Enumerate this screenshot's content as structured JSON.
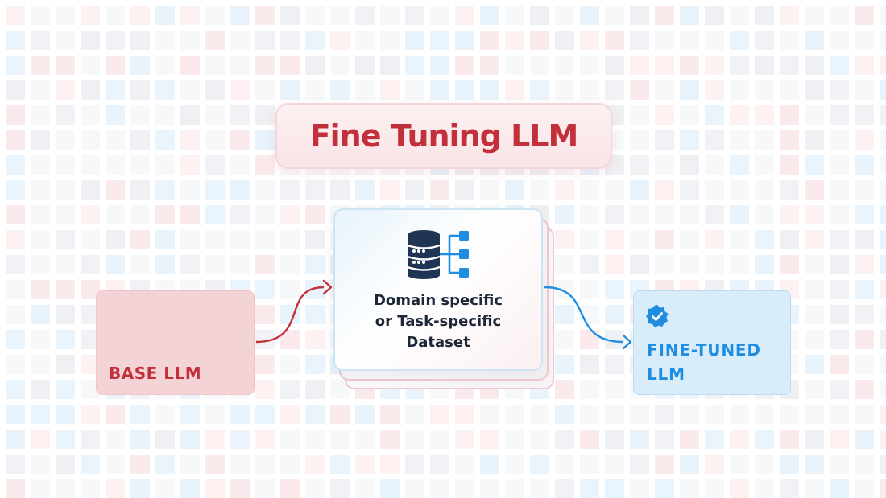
{
  "title": "Fine Tuning LLM",
  "base_model": {
    "label": "BASE LLM"
  },
  "dataset": {
    "icon": "database-network-icon",
    "lines": [
      "Domain specific",
      "or Task-specific",
      "Dataset"
    ]
  },
  "fine_tuned": {
    "icon": "verified-badge-icon",
    "lines": [
      "FINE-TUNED",
      "LLM"
    ]
  },
  "colors": {
    "red_accent": "#c2303c",
    "blue_accent": "#1f8ee0",
    "navy_icon": "#1f3553"
  }
}
